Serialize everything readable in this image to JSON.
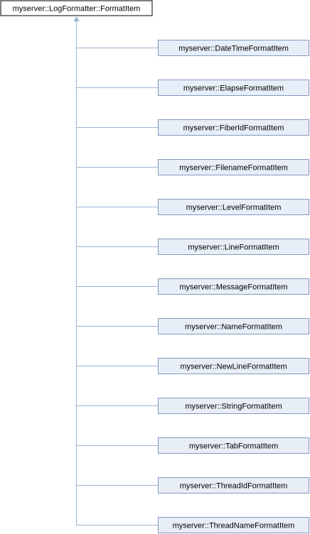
{
  "diagram": {
    "base_class": "myserver::LogFormatter::FormatItem",
    "derived_classes": [
      "myserver::DateTimeFormatItem",
      "myserver::ElapseFormatItem",
      "myserver::FiberIdFormatItem",
      "myserver::FilenameFormatItem",
      "myserver::LevelFormatItem",
      "myserver::LineFormatItem",
      "myserver::MessageFormatItem",
      "myserver::NameFormatItem",
      "myserver::NewLineFormatItem",
      "myserver::StringFormatItem",
      "myserver::TabFormatItem",
      "myserver::ThreadIdFormatItem",
      "myserver::ThreadNameFormatItem"
    ],
    "colors": {
      "base_fill": "#ffffff",
      "base_border": "#000000",
      "derived_fill": "#e8eef7",
      "derived_border": "#8497c0",
      "connector": "#9ab4d2"
    }
  }
}
